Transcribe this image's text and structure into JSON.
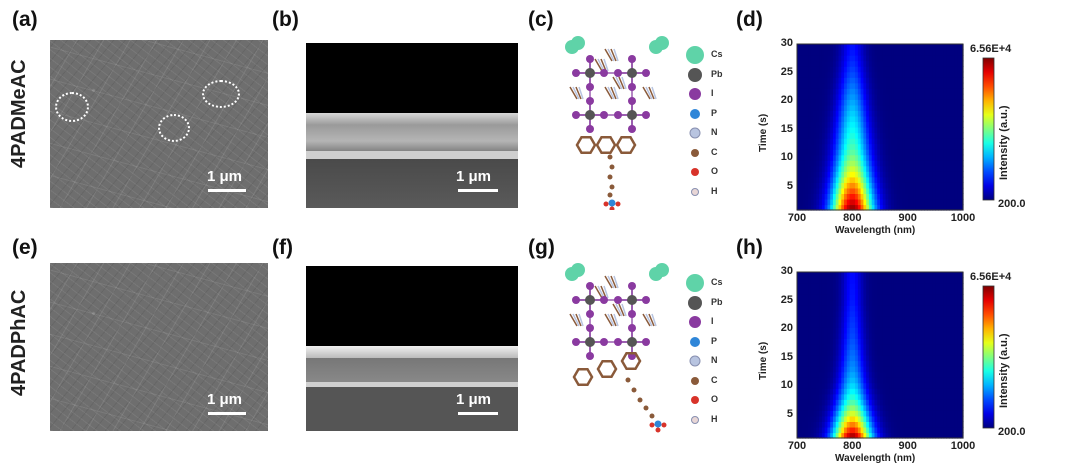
{
  "panels": {
    "a": "(a)",
    "b": "(b)",
    "c": "(c)",
    "d": "(d)",
    "e": "(e)",
    "f": "(f)",
    "g": "(g)",
    "h": "(h)"
  },
  "rows": [
    "4PADMeAC",
    "4PADPhAC"
  ],
  "scalebar": "1 μm",
  "legend": [
    "Cs",
    "Pb",
    "I",
    "P",
    "N",
    "C",
    "O",
    "H"
  ],
  "legend_colors": [
    "#5fd3a8",
    "#555555",
    "#8a3aa0",
    "#2f86d8",
    "#b8c4e0",
    "#8a5a3a",
    "#d8332a",
    "#e8d6d6"
  ],
  "chart_data": [
    {
      "type": "heatmap",
      "panel": "d",
      "title": "",
      "xlabel": "Wavelength (nm)",
      "ylabel": "Time (s)",
      "colorbar_label": "Intensity (a.u.)",
      "xlim": [
        700,
        1000
      ],
      "ylim": [
        1,
        30
      ],
      "xticks": [
        "700",
        "800",
        "900",
        "1000"
      ],
      "yticks": [
        "5",
        "10",
        "15",
        "20",
        "25",
        "30"
      ],
      "crange": [
        200,
        65600
      ],
      "cmin_label": "200.0",
      "cmax_label": "6.56E+4",
      "colormap": "jet",
      "peak_wavelength": 800,
      "time": [
        1,
        3,
        5,
        7,
        9,
        11,
        13,
        15,
        17,
        19,
        21,
        23,
        25,
        27,
        29
      ],
      "peak_intensity": [
        65600,
        58000,
        50000,
        42000,
        36000,
        31000,
        28000,
        25500,
        23000,
        20500,
        18000,
        15500,
        13000,
        11000,
        9500
      ],
      "fwhm_nm": [
        62,
        60,
        58,
        56,
        54,
        52,
        50,
        48,
        46,
        44,
        42,
        40,
        38,
        36,
        34
      ]
    },
    {
      "type": "heatmap",
      "panel": "h",
      "title": "",
      "xlabel": "Wavelength (nm)",
      "ylabel": "Time (s)",
      "colorbar_label": "Intensity (a.u.)",
      "xlim": [
        700,
        1000
      ],
      "ylim": [
        1,
        30
      ],
      "xticks": [
        "700",
        "800",
        "900",
        "1000"
      ],
      "yticks": [
        "5",
        "10",
        "15",
        "20",
        "25",
        "30"
      ],
      "crange": [
        200,
        65600
      ],
      "cmin_label": "200.0",
      "cmax_label": "6.56E+4",
      "colormap": "jet",
      "peak_wavelength": 800,
      "time": [
        1,
        3,
        5,
        7,
        9,
        11,
        13,
        15,
        17,
        19,
        21,
        23,
        25,
        27,
        29
      ],
      "peak_intensity": [
        65600,
        52000,
        40000,
        31000,
        25000,
        21000,
        18000,
        16000,
        14500,
        13000,
        12000,
        11000,
        10000,
        9500,
        9000
      ],
      "fwhm_nm": [
        58,
        55,
        52,
        48,
        44,
        40,
        38,
        36,
        34,
        33,
        32,
        31,
        30,
        30,
        30
      ]
    }
  ]
}
